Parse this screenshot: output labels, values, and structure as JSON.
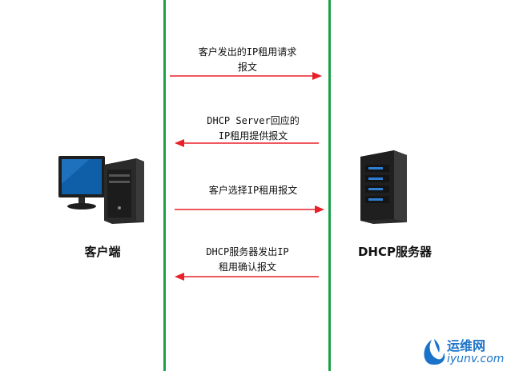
{
  "participants": {
    "client": {
      "label": "客户端",
      "icon": "desktop-computer-icon"
    },
    "server": {
      "label": "DHCP服务器",
      "icon": "server-tower-icon"
    }
  },
  "messages": [
    {
      "lines": [
        "客户发出的IP租用请求",
        "报文"
      ],
      "direction": "client-to-server"
    },
    {
      "lines": [
        "DHCP Server回应的",
        "IP租用提供报文"
      ],
      "direction": "server-to-client"
    },
    {
      "lines": [
        "客户选择IP租用报文"
      ],
      "direction": "client-to-server"
    },
    {
      "lines": [
        "DHCP服务器发出IP",
        "租用确认报文"
      ],
      "direction": "server-to-client"
    }
  ],
  "watermark": {
    "brand": "运维网",
    "url": "iyunv.com"
  },
  "colors": {
    "lifeline": "#1aa14a",
    "arrow": "#e8202a",
    "watermark": "#1a73c8"
  }
}
